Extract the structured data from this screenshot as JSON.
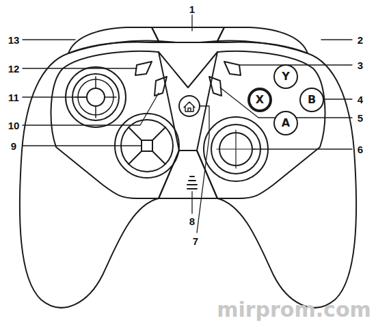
{
  "diagram": {
    "nodes": [
      {
        "text": [
          "Y"
        ]
      },
      {
        "text": [
          "X"
        ]
      },
      {
        "text": [
          "B"
        ]
      },
      {
        "text": [
          "A"
        ]
      }
    ],
    "labels": [
      "1",
      "13",
      "2",
      "12",
      "3",
      "11",
      "4",
      "10",
      "5",
      "9",
      "6",
      "8",
      "7",
      "mirprom.com"
    ]
  }
}
